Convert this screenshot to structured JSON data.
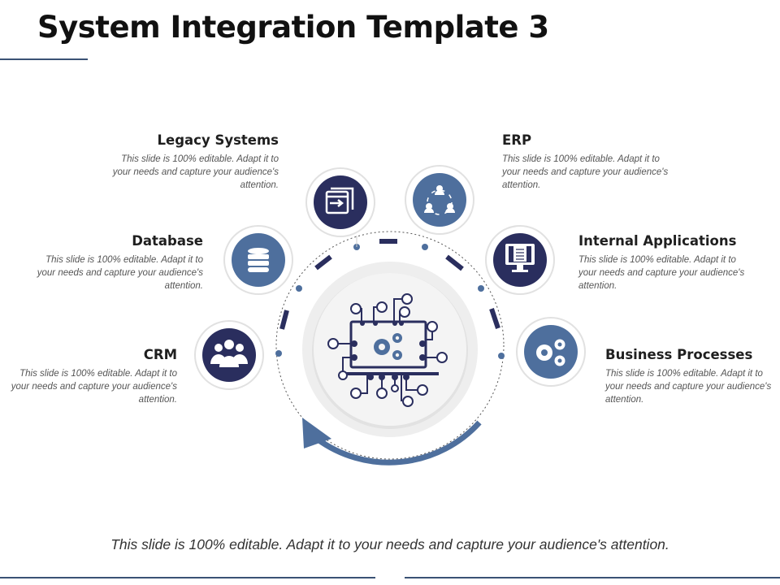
{
  "slide": {
    "title": "System Integration Template 3",
    "footer": "This slide is 100% editable. Adapt it to your needs and capture your audience's attention."
  },
  "items": [
    {
      "heading": "Legacy Systems",
      "body": "This slide is 100% editable. Adapt it to your needs and capture your audience's attention.",
      "icon": "window-arrow-icon",
      "color": "#2a2e5e"
    },
    {
      "heading": "ERP",
      "body": "This slide is 100% editable. Adapt it to your needs and capture your audience's attention.",
      "icon": "network-people-icon",
      "color": "#4e6f9d"
    },
    {
      "heading": "Database",
      "body": "This slide is 100% editable. Adapt it to your needs and capture your audience's attention.",
      "icon": "database-icon",
      "color": "#4e6f9d"
    },
    {
      "heading": "Internal Applications",
      "body": "This slide is 100% editable. Adapt it to your needs and capture your audience's attention.",
      "icon": "monitor-document-icon",
      "color": "#2a2e5e"
    },
    {
      "heading": "CRM",
      "body": "This slide is 100% editable. Adapt it to your needs and capture your audience's attention.",
      "icon": "team-icon",
      "color": "#2a2e5e"
    },
    {
      "heading": "Business Processes",
      "body": "This slide is 100% editable. Adapt it to your needs and capture your audience's attention.",
      "icon": "gears-icon",
      "color": "#4e6f9d"
    }
  ],
  "center": {
    "icon": "circuit-board-icon"
  },
  "colors": {
    "navy": "#2a2e5e",
    "steel_blue": "#4e6f9d"
  }
}
